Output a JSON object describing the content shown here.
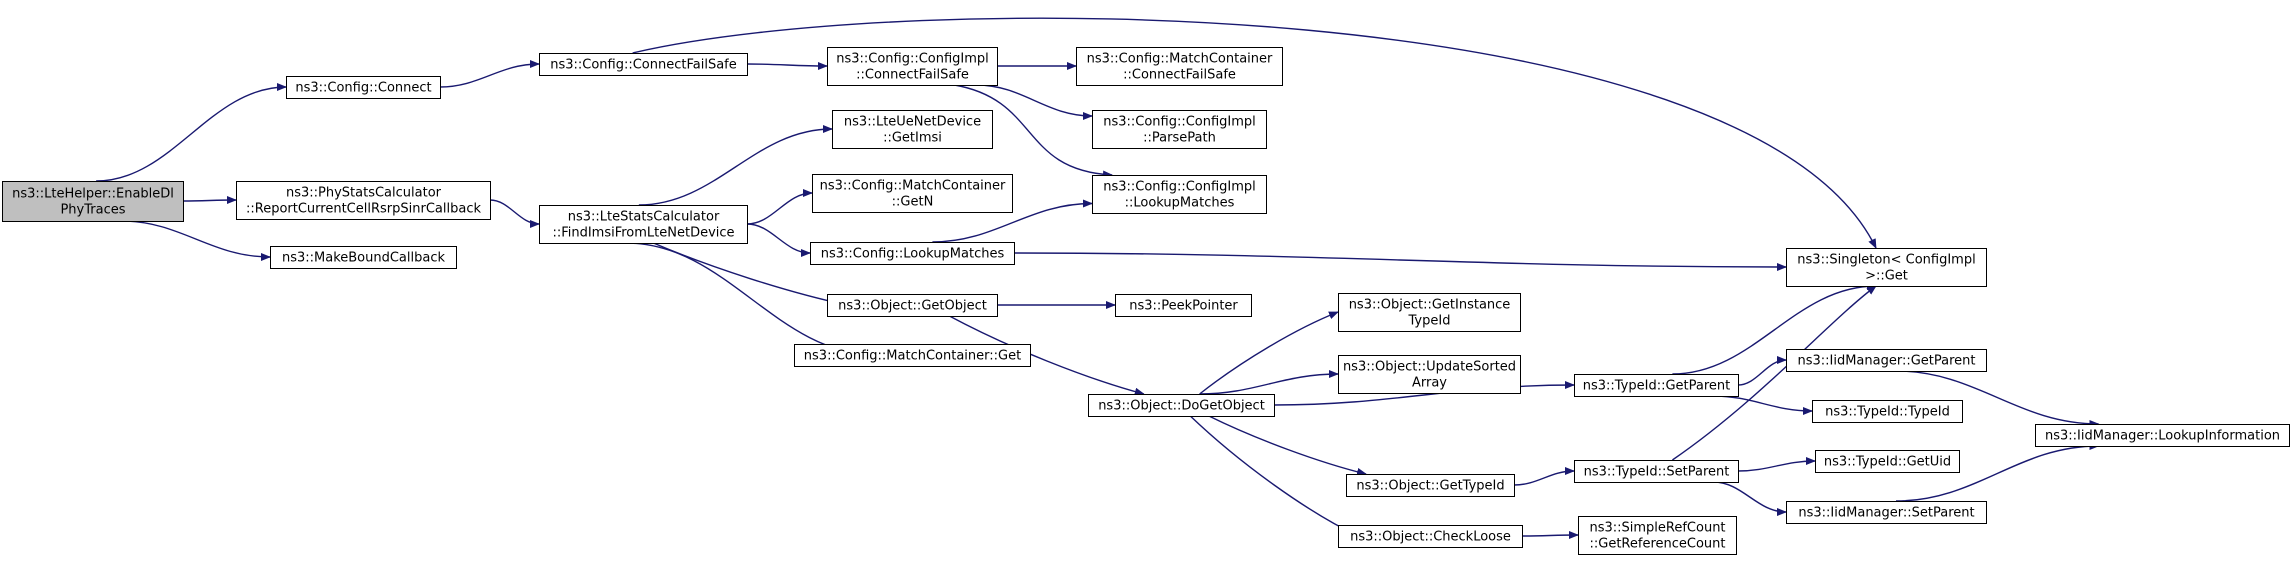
{
  "diagram": {
    "type": "call-graph",
    "colors": {
      "edge": "#191970",
      "node_fill": "#ffffff",
      "root_fill": "#bfbfbf",
      "node_border": "#000000"
    },
    "nodes": [
      {
        "id": "root",
        "lines": [
          "ns3::LteHelper::EnableDl",
          "PhyTraces"
        ],
        "root": true
      },
      {
        "id": "connect",
        "lines": [
          "ns3::Config::Connect"
        ]
      },
      {
        "id": "physcalc",
        "lines": [
          "ns3::PhyStatsCalculator",
          "::ReportCurrentCellRsrpSinrCallback"
        ]
      },
      {
        "id": "mkcb",
        "lines": [
          "ns3::MakeBoundCallback"
        ]
      },
      {
        "id": "connfail",
        "lines": [
          "ns3::Config::ConnectFailSafe"
        ]
      },
      {
        "id": "findimsi",
        "lines": [
          "ns3::LteStatsCalculator",
          "::FindImsiFromLteNetDevice"
        ]
      },
      {
        "id": "cimpl_connfail",
        "lines": [
          "ns3::Config::ConfigImpl",
          "::ConnectFailSafe"
        ]
      },
      {
        "id": "getimsi",
        "lines": [
          "ns3::LteUeNetDevice",
          "::GetImsi"
        ]
      },
      {
        "id": "mc_getn",
        "lines": [
          "ns3::Config::MatchContainer",
          "::GetN"
        ]
      },
      {
        "id": "lookup",
        "lines": [
          "ns3::Config::LookupMatches"
        ]
      },
      {
        "id": "getobject",
        "lines": [
          "ns3::Object::GetObject"
        ]
      },
      {
        "id": "mc_get",
        "lines": [
          "ns3::Config::MatchContainer::Get"
        ]
      },
      {
        "id": "mc_connfail",
        "lines": [
          "ns3::Config::MatchContainer",
          "::ConnectFailSafe"
        ]
      },
      {
        "id": "parsepath",
        "lines": [
          "ns3::Config::ConfigImpl",
          "::ParsePath"
        ]
      },
      {
        "id": "cimpl_lookup",
        "lines": [
          "ns3::Config::ConfigImpl",
          "::LookupMatches"
        ]
      },
      {
        "id": "peek",
        "lines": [
          "ns3::PeekPointer"
        ]
      },
      {
        "id": "dogetobject",
        "lines": [
          "ns3::Object::DoGetObject"
        ]
      },
      {
        "id": "getinst",
        "lines": [
          "ns3::Object::GetInstance",
          "TypeId"
        ]
      },
      {
        "id": "updsorted",
        "lines": [
          "ns3::Object::UpdateSorted",
          "Array"
        ]
      },
      {
        "id": "gettypeid",
        "lines": [
          "ns3::Object::GetTypeId"
        ]
      },
      {
        "id": "checkloose",
        "lines": [
          "ns3::Object::CheckLoose"
        ]
      },
      {
        "id": "tid_getparent",
        "lines": [
          "ns3::TypeId::GetParent"
        ]
      },
      {
        "id": "tid_setparent",
        "lines": [
          "ns3::TypeId::SetParent"
        ]
      },
      {
        "id": "getrefcount",
        "lines": [
          "ns3::SimpleRefCount",
          "::GetReferenceCount"
        ]
      },
      {
        "id": "singleton",
        "lines": [
          "ns3::Singleton< ConfigImpl",
          " >::Get"
        ]
      },
      {
        "id": "iid_getparent",
        "lines": [
          "ns3::IidManager::GetParent"
        ]
      },
      {
        "id": "tid_typeid",
        "lines": [
          "ns3::TypeId::TypeId"
        ]
      },
      {
        "id": "tid_getuid",
        "lines": [
          "ns3::TypeId::GetUid"
        ]
      },
      {
        "id": "iid_setparent",
        "lines": [
          "ns3::IidManager::SetParent"
        ]
      },
      {
        "id": "iid_lookup",
        "lines": [
          "ns3::IidManager::LookupInformation"
        ]
      }
    ],
    "edges": [
      [
        "root",
        "connect"
      ],
      [
        "root",
        "physcalc"
      ],
      [
        "root",
        "mkcb"
      ],
      [
        "connect",
        "connfail"
      ],
      [
        "connfail",
        "cimpl_connfail"
      ],
      [
        "connfail",
        "singleton"
      ],
      [
        "cimpl_connfail",
        "mc_connfail"
      ],
      [
        "cimpl_connfail",
        "parsepath"
      ],
      [
        "cimpl_connfail",
        "cimpl_lookup"
      ],
      [
        "physcalc",
        "findimsi"
      ],
      [
        "findimsi",
        "getimsi"
      ],
      [
        "findimsi",
        "mc_getn"
      ],
      [
        "findimsi",
        "lookup"
      ],
      [
        "findimsi",
        "getobject"
      ],
      [
        "findimsi",
        "mc_get"
      ],
      [
        "lookup",
        "cimpl_lookup"
      ],
      [
        "lookup",
        "singleton"
      ],
      [
        "getobject",
        "peek"
      ],
      [
        "getobject",
        "dogetobject"
      ],
      [
        "dogetobject",
        "getinst"
      ],
      [
        "dogetobject",
        "updsorted"
      ],
      [
        "dogetobject",
        "tid_getparent"
      ],
      [
        "dogetobject",
        "gettypeid"
      ],
      [
        "dogetobject",
        "checkloose"
      ],
      [
        "gettypeid",
        "tid_setparent"
      ],
      [
        "checkloose",
        "getrefcount"
      ],
      [
        "tid_getparent",
        "singleton"
      ],
      [
        "tid_getparent",
        "iid_getparent"
      ],
      [
        "tid_getparent",
        "tid_typeid"
      ],
      [
        "tid_setparent",
        "singleton"
      ],
      [
        "tid_setparent",
        "tid_getuid"
      ],
      [
        "tid_setparent",
        "iid_setparent"
      ],
      [
        "iid_getparent",
        "iid_lookup"
      ],
      [
        "iid_setparent",
        "iid_lookup"
      ]
    ]
  }
}
